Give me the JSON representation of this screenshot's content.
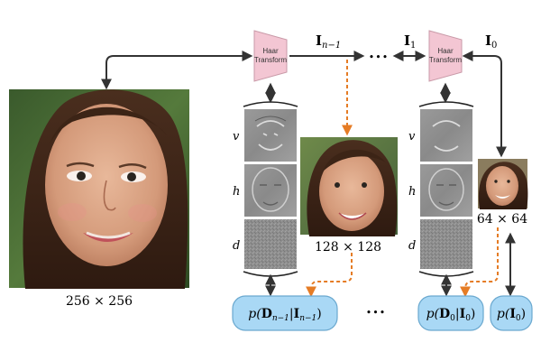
{
  "haar_blocks": [
    {
      "line1": "Haar",
      "line2": "Transform"
    },
    {
      "line1": "Haar",
      "line2": "Transform"
    }
  ],
  "signals": {
    "i_n_minus_1": "I",
    "i_n_minus_1_sub": "n−1",
    "i_1": "I",
    "i_1_sub": "1",
    "i_0": "I",
    "i_0_sub": "0"
  },
  "ellipsis": "•••",
  "bands": {
    "left": [
      "v",
      "h",
      "d"
    ],
    "right": [
      "v",
      "h",
      "d"
    ]
  },
  "resolutions": {
    "large": "256 × 256",
    "medium": "128 × 128",
    "small": "64 × 64"
  },
  "distributions": {
    "first": {
      "p": "p(",
      "D": "D",
      "sub_n": "n−1",
      "bar": "|",
      "I": "I",
      "sub_i": "n−1",
      "close": ")"
    },
    "second": {
      "p": "p(",
      "D": "D",
      "sub_n": "0",
      "bar": "|",
      "I": "I",
      "sub_i": "0",
      "close": ")"
    },
    "third": {
      "p": "p(",
      "I": "I",
      "sub_i": "0",
      "close": ")"
    }
  },
  "colors": {
    "haar_fill": "#f3c6d3",
    "dist_fill": "#a9d8f5",
    "arrow_dark": "#333333",
    "arrow_orange": "#e57c25"
  }
}
